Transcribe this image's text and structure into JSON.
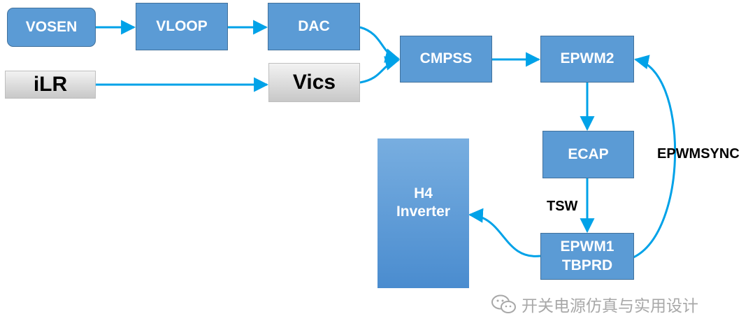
{
  "nodes": {
    "vosen": "VOSEN",
    "vloop": "VLOOP",
    "dac": "DAC",
    "ilr": "iLR",
    "vics": "Vics",
    "cmpss": "CMPSS",
    "epwm2": "EPWM2",
    "ecap": "ECAP",
    "epwm1_line1": "EPWM1",
    "epwm1_line2": "TBPRD",
    "h4_line1": "H4",
    "h4_line2": "Inverter"
  },
  "edge_labels": {
    "tsw": "TSW",
    "epwmsync": "EPWMSYNC"
  },
  "watermark": "开关电源仿真与实用设计",
  "colors": {
    "box_fill": "#5b9bd5",
    "box_border": "#41719c",
    "connector": "#00a2e8",
    "gray_box": "#d9d9d9"
  }
}
